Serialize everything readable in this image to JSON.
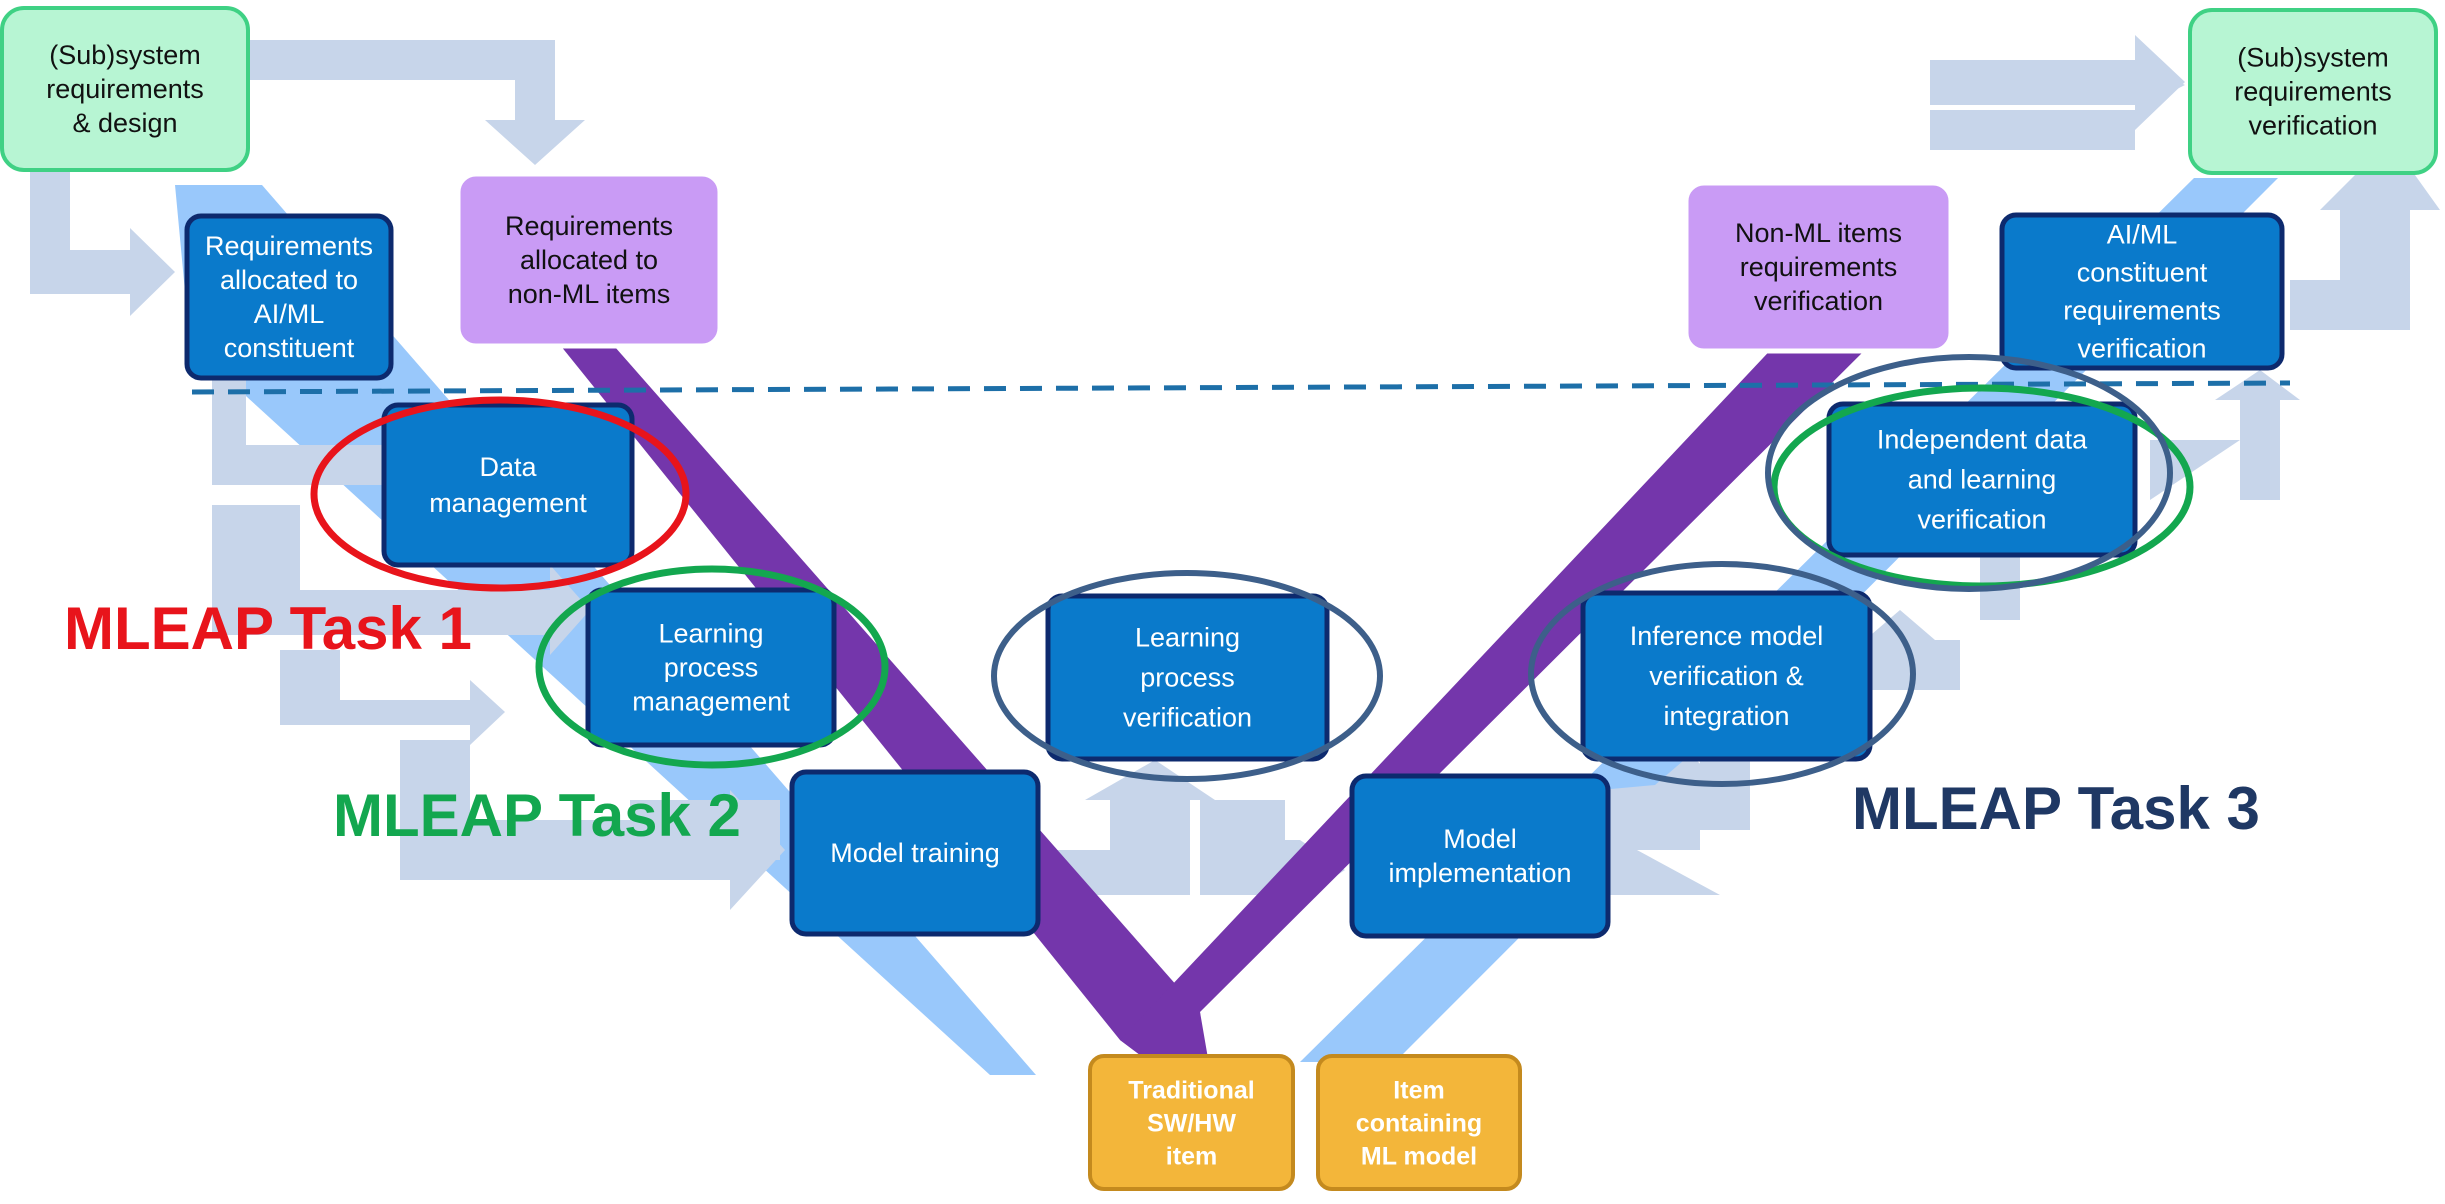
{
  "colors": {
    "green_box_fill": "#b7f5d3",
    "green_box_stroke": "#3fd184",
    "blue_box_fill": "#0a7acb",
    "blue_box_stroke": "#0d2a6e",
    "purple_box_fill": "#c99bf5",
    "orange_box_fill": "#f3b63a",
    "orange_box_stroke": "#c48a1e",
    "light_blue_v": "#99c8fb",
    "purple_v": "#7436ab",
    "arrow": "#c7d5ea",
    "dashed_line": "#1d6fa8",
    "task1": "#e8141b",
    "task2": "#13a74f",
    "task3": "#1f3864",
    "ellipse_task3": "#3d5f8a"
  },
  "boxes": {
    "subsystem_req_design": [
      "(Sub)system",
      "requirements",
      "& design"
    ],
    "subsystem_req_verification": [
      "(Sub)system",
      "requirements",
      "verification"
    ],
    "req_allocated_aiml": [
      "Requirements",
      "allocated to",
      "AI/ML",
      "constituent"
    ],
    "req_allocated_nonml": [
      "Requirements",
      "allocated to",
      "non-ML items"
    ],
    "nonml_req_verification": [
      "Non-ML items",
      "requirements",
      "verification"
    ],
    "aiml_req_verification": [
      "AI/ML",
      "constituent",
      "requirements",
      "verification"
    ],
    "data_management": [
      "Data",
      "management"
    ],
    "learning_process_management": [
      "Learning",
      "process",
      "management"
    ],
    "model_training": [
      "Model training"
    ],
    "learning_process_verification": [
      "Learning",
      "process",
      "verification"
    ],
    "model_implementation": [
      "Model",
      "implementation"
    ],
    "inference_model_verification": [
      "Inference model",
      "verification &",
      "integration"
    ],
    "independent_data_verification": [
      "Independent data",
      "and learning",
      "verification"
    ],
    "traditional_item": [
      "Traditional",
      "SW/HW",
      "item"
    ],
    "ml_item": [
      "Item",
      "containing",
      "ML model"
    ]
  },
  "tasks": {
    "task1": "MLEAP Task 1",
    "task2": "MLEAP Task 2",
    "task3": "MLEAP Task 3"
  }
}
